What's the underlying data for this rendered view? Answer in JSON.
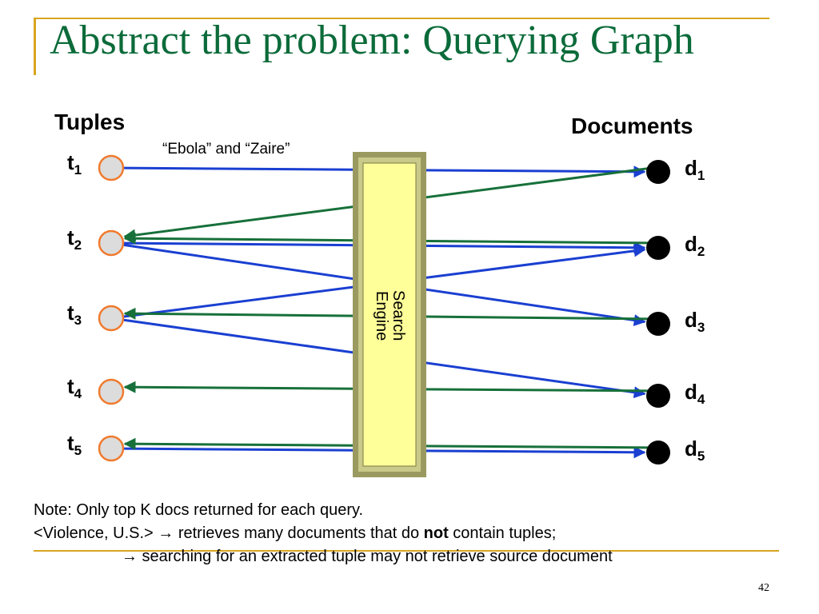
{
  "title": "Abstract the problem: Querying Graph",
  "headings": {
    "tuples": "Tuples",
    "documents": "Documents"
  },
  "query_label": "“Ebola” and “Zaire”",
  "engine_label": "Search Engine",
  "tuples": [
    {
      "base": "t",
      "sub": "1"
    },
    {
      "base": "t",
      "sub": "2"
    },
    {
      "base": "t",
      "sub": "3"
    },
    {
      "base": "t",
      "sub": "4"
    },
    {
      "base": "t",
      "sub": "5"
    }
  ],
  "documents": [
    {
      "base": "d",
      "sub": "1"
    },
    {
      "base": "d",
      "sub": "2"
    },
    {
      "base": "d",
      "sub": "3"
    },
    {
      "base": "d",
      "sub": "4"
    },
    {
      "base": "d",
      "sub": "5"
    }
  ],
  "edges": {
    "queries": [
      {
        "from": "t1",
        "to": "d1"
      },
      {
        "from": "t2",
        "to": "d2"
      },
      {
        "from": "t2",
        "to": "d3"
      },
      {
        "from": "t3",
        "to": "d2"
      },
      {
        "from": "t3",
        "to": "d4"
      },
      {
        "from": "t5",
        "to": "d5"
      }
    ],
    "extractions": [
      {
        "from": "d1",
        "to": "t2"
      },
      {
        "from": "d2",
        "to": "t2"
      },
      {
        "from": "d3",
        "to": "t3"
      },
      {
        "from": "d4",
        "to": "t4"
      },
      {
        "from": "d5",
        "to": "t5"
      }
    ]
  },
  "colors": {
    "title": "#0b6b3a",
    "query_edge": "#1a3fd1",
    "extraction_edge": "#17703a",
    "tuple_fill": "#dcdcdc",
    "tuple_stroke": "#f07a2e",
    "document_fill": "#000000",
    "engine_fill": "#ffff99",
    "engine_frame": "#8f8f56",
    "accent_rule": "#d9a520"
  },
  "note": {
    "line1": "Note: Only top K docs returned for each query.",
    "line2_pre": "<Violence, U.S.> → retrieves many documents that do ",
    "line2_bold": "not",
    "line2_post": " contain tuples;",
    "line3": "→ searching for an extracted tuple may not retrieve source document"
  },
  "page_number": "42"
}
